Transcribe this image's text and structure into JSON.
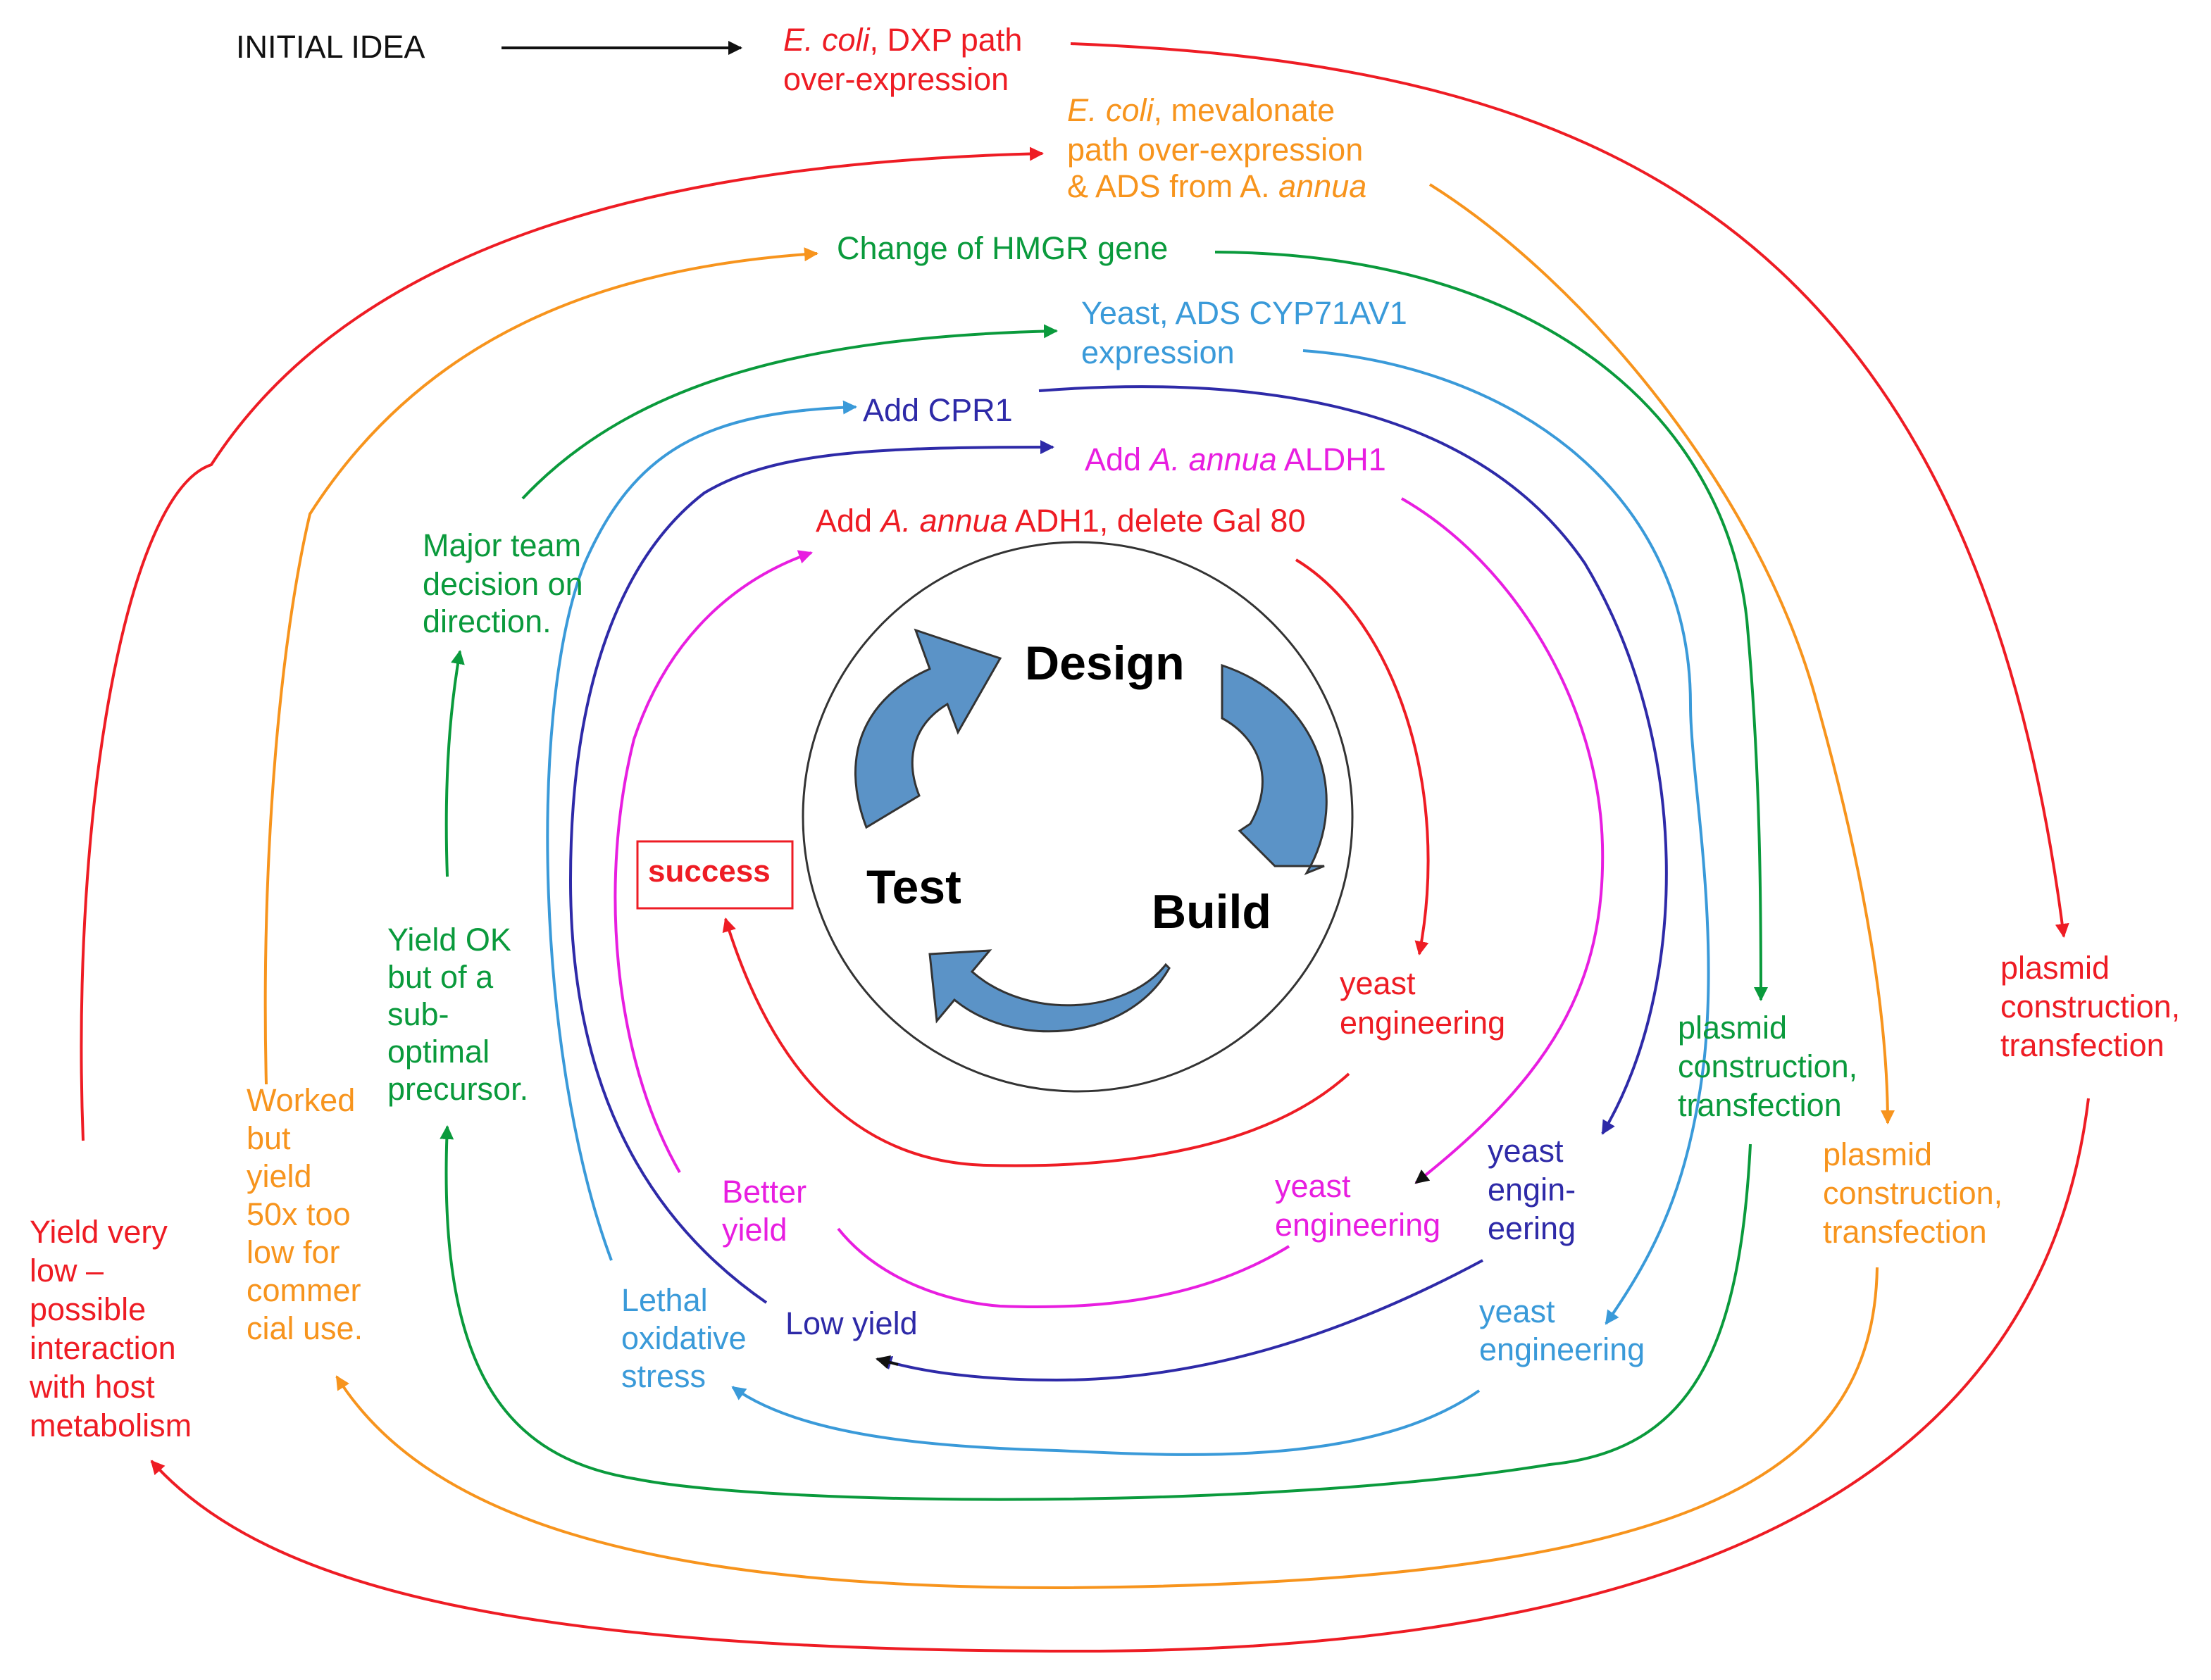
{
  "colors": {
    "red": "#ee1c24",
    "orange": "#f7941d",
    "green": "#0a9a3c",
    "lightblue": "#3a9ad9",
    "navy": "#2e2aa8",
    "magenta": "#e81ee0",
    "black": "#111111",
    "cycle_arrow": "#5b93c7",
    "cycle_arrow_stroke": "#333333"
  },
  "cycle": {
    "design": "Design",
    "build": "Build",
    "test": "Test"
  },
  "initial_idea": "INITIAL IDEA",
  "success": "success",
  "labels": {
    "ecoli_dxp": {
      "line1_italic": "E. coli",
      "line1_rest": ", DXP path",
      "line2": "over-expression"
    },
    "ecoli_mev": {
      "line1_italic": "E. coli",
      "line1_rest": ", mevalonate",
      "line2": "path over-expression",
      "line3_plain": "& ADS from A. ",
      "line3_italic": "annua"
    },
    "hmgr": "Change of HMGR gene",
    "yeast_ads": {
      "line1": "Yeast, ADS CYP71AV1",
      "line2": "expression"
    },
    "cpr1": "Add CPR1",
    "aldh1": {
      "plain1": "Add ",
      "italic": "A. annua",
      "plain2": " ALDH1"
    },
    "adh1": {
      "plain1": "Add ",
      "italic": "A. annua",
      "plain2": " ADH1, delete Gal 80"
    },
    "major_team": [
      "Major team",
      "decision on",
      "direction."
    ],
    "yield_ok": [
      "Yield OK",
      "but of a",
      "sub-",
      "optimal",
      "precursor."
    ],
    "worked_but": [
      "Worked",
      "but",
      "yield",
      "50x too",
      "low for",
      "commer",
      "cial use."
    ],
    "yield_very_low": [
      "Yield very",
      "low –",
      "possible",
      "interaction",
      "with host",
      "metabolism"
    ],
    "lethal": [
      "Lethal",
      "oxidative",
      "stress"
    ],
    "low_yield": "Low yield",
    "better_yield": [
      "Better",
      "yield"
    ],
    "yeast_eng_red": [
      "yeast",
      "engineering"
    ],
    "yeast_eng_magenta": [
      "yeast",
      "engineering"
    ],
    "yeast_eng_navy": [
      "yeast",
      "engin-",
      "eering"
    ],
    "yeast_eng_blue": [
      "yeast",
      "engineering"
    ],
    "plasmid_green": [
      "plasmid",
      "construction,",
      "transfection"
    ],
    "plasmid_orange": [
      "plasmid",
      "construction,",
      "transfection"
    ],
    "plasmid_red": [
      "plasmid",
      "construction,",
      "transfection"
    ]
  }
}
